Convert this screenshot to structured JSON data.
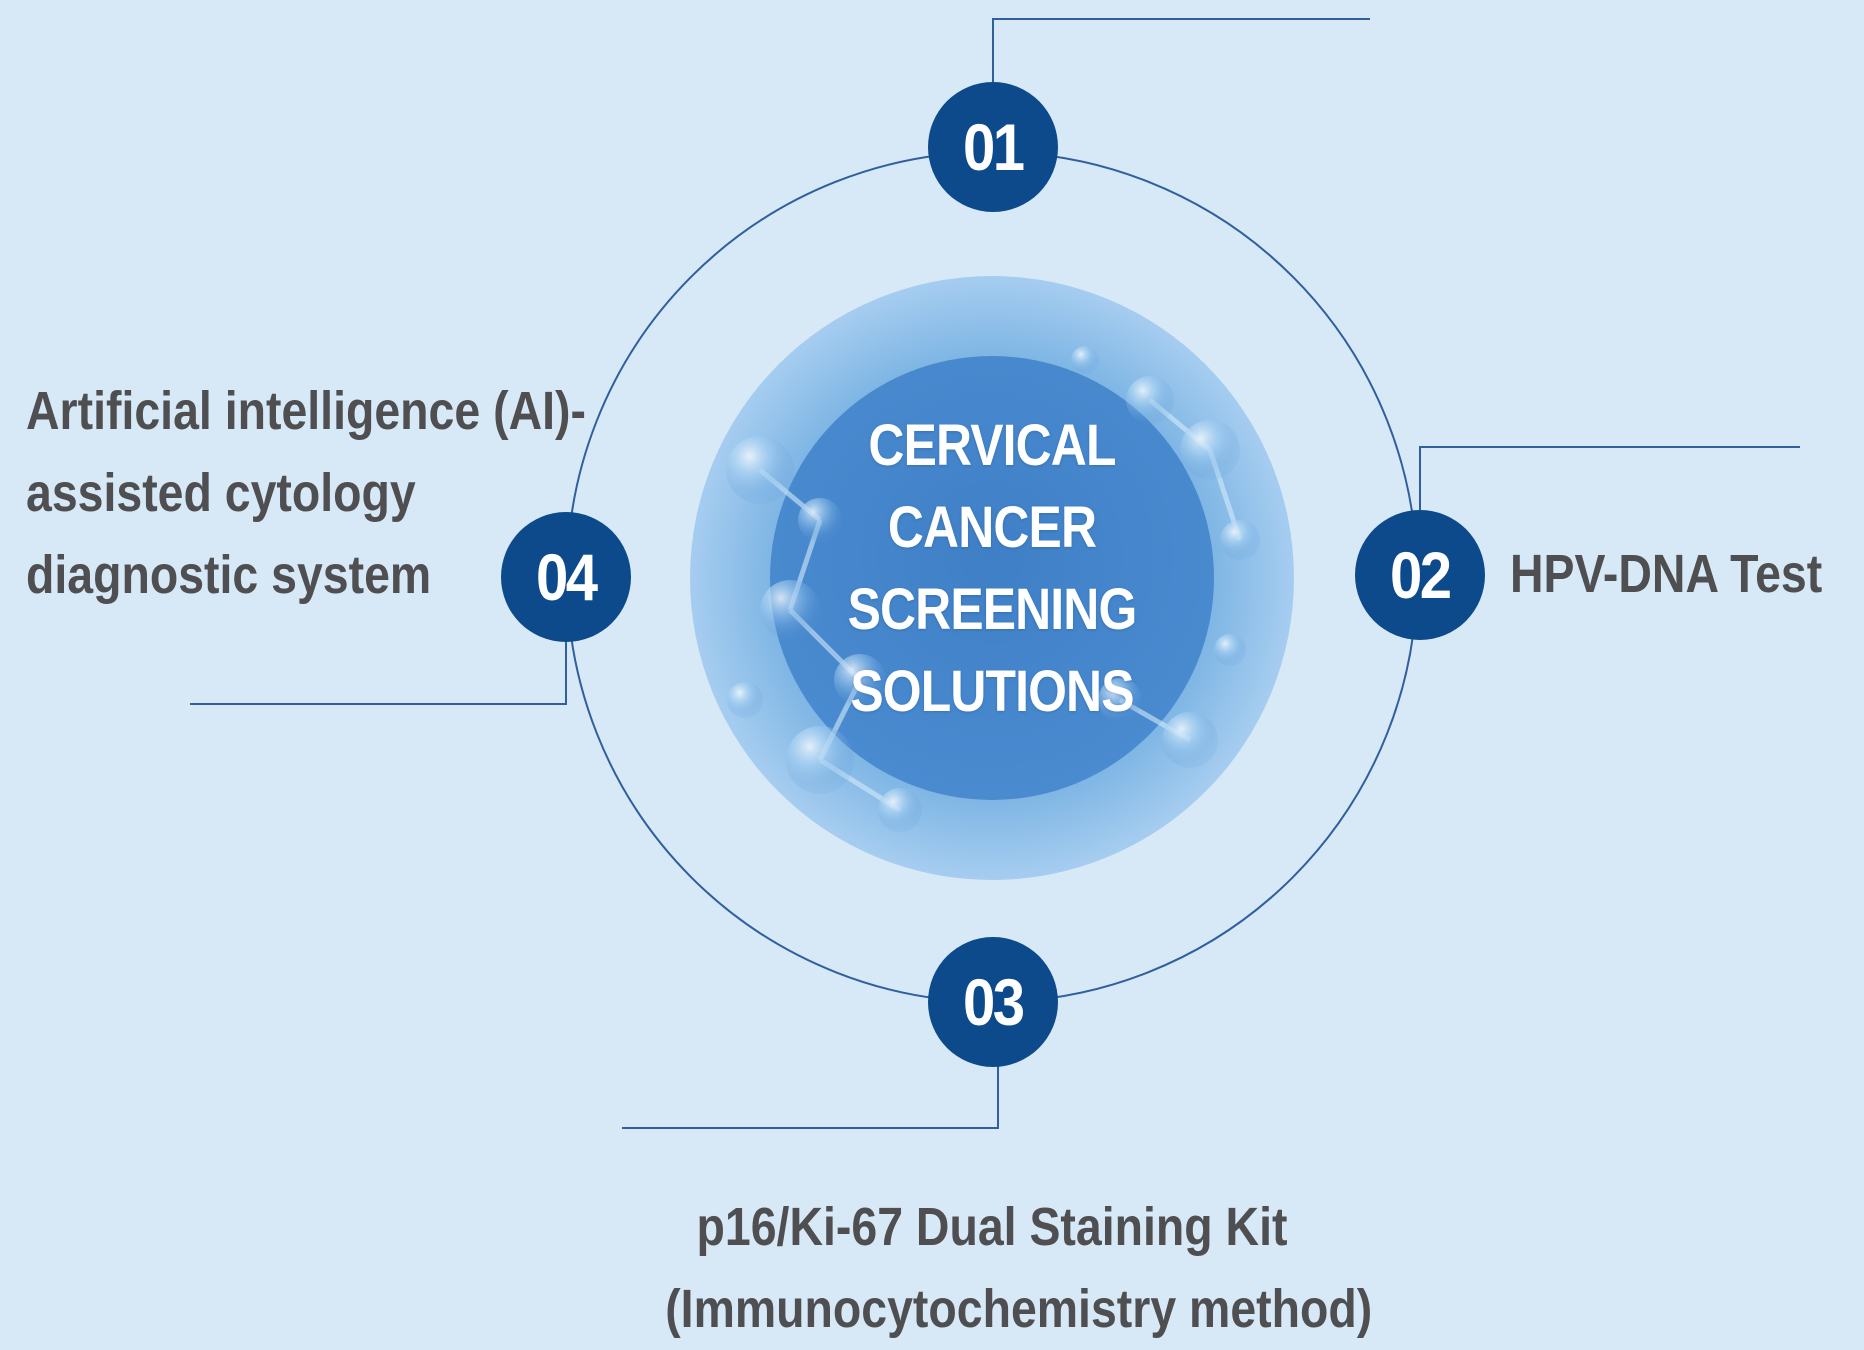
{
  "center": {
    "lines": [
      "CERVICAL",
      "CANCER",
      "SCREENING",
      "SOLUTIONS"
    ]
  },
  "items": [
    {
      "number": "01",
      "label_lines": []
    },
    {
      "number": "02",
      "label_lines": [
        "HPV-DNA Test"
      ]
    },
    {
      "number": "03",
      "label_lines": [
        "p16/Ki-67 Dual Staining Kit",
        "(Immunocytochemistry method)"
      ]
    },
    {
      "number": "04",
      "label_lines": [
        "Artificial intelligence (AI)-",
        "assisted cytology",
        "diagnostic system"
      ]
    }
  ],
  "colors": {
    "background": "#d7e9f7",
    "accent": "#0c4a8c",
    "ring": "#2f5f9c",
    "label_text": "#4f4f52",
    "center_text": "#ffffff"
  },
  "icons": {
    "center_image": "molecule-illustration"
  }
}
